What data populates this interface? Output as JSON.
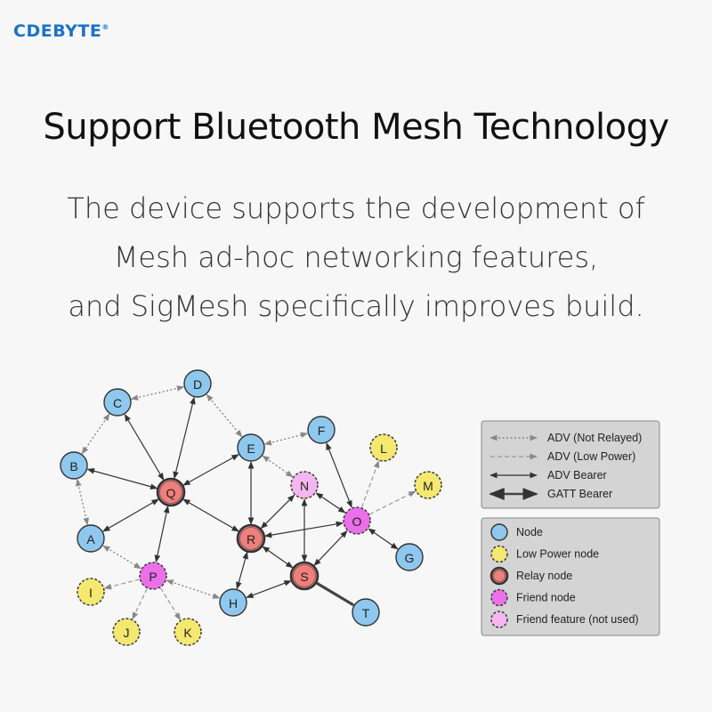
{
  "logo": {
    "brand": "CDEBYTE",
    "mark": "®"
  },
  "title": "Support Bluetooth Mesh Technology",
  "description": [
    "The device supports the development of",
    "Mesh ad-hoc networking features,",
    "and SigMesh specifically improves build."
  ],
  "colors": {
    "node": "#8fc8ee",
    "low_power": "#f4e870",
    "relay": "#ef7f7a",
    "friend": "#ea6fe8",
    "friend_unused": "#f4b6ee",
    "legend_bg": "#d4d4d4"
  },
  "nodes": [
    {
      "id": "A",
      "type": "node"
    },
    {
      "id": "B",
      "type": "node"
    },
    {
      "id": "C",
      "type": "node"
    },
    {
      "id": "D",
      "type": "node"
    },
    {
      "id": "E",
      "type": "node"
    },
    {
      "id": "F",
      "type": "node"
    },
    {
      "id": "G",
      "type": "node"
    },
    {
      "id": "H",
      "type": "node"
    },
    {
      "id": "I",
      "type": "low_power"
    },
    {
      "id": "J",
      "type": "low_power"
    },
    {
      "id": "K",
      "type": "low_power"
    },
    {
      "id": "L",
      "type": "low_power"
    },
    {
      "id": "M",
      "type": "low_power"
    },
    {
      "id": "N",
      "type": "friend_unused"
    },
    {
      "id": "O",
      "type": "friend"
    },
    {
      "id": "P",
      "type": "friend"
    },
    {
      "id": "Q",
      "type": "relay"
    },
    {
      "id": "R",
      "type": "relay"
    },
    {
      "id": "S",
      "type": "relay"
    },
    {
      "id": "T",
      "type": "node"
    }
  ],
  "edges": [
    {
      "from": "C",
      "to": "D",
      "kind": "adv_not_relayed"
    },
    {
      "from": "C",
      "to": "B",
      "kind": "adv_not_relayed"
    },
    {
      "from": "B",
      "to": "A",
      "kind": "adv_not_relayed"
    },
    {
      "from": "D",
      "to": "E",
      "kind": "adv_not_relayed"
    },
    {
      "from": "E",
      "to": "F",
      "kind": "adv_not_relayed"
    },
    {
      "from": "A",
      "to": "P",
      "kind": "adv_not_relayed"
    },
    {
      "from": "P",
      "to": "H",
      "kind": "adv_not_relayed"
    },
    {
      "from": "E",
      "to": "N",
      "kind": "adv_not_relayed"
    },
    {
      "from": "P",
      "to": "I",
      "kind": "adv_low_power"
    },
    {
      "from": "P",
      "to": "J",
      "kind": "adv_low_power"
    },
    {
      "from": "P",
      "to": "K",
      "kind": "adv_low_power"
    },
    {
      "from": "O",
      "to": "L",
      "kind": "adv_low_power"
    },
    {
      "from": "O",
      "to": "M",
      "kind": "adv_low_power"
    },
    {
      "from": "C",
      "to": "Q",
      "kind": "adv_bearer"
    },
    {
      "from": "D",
      "to": "Q",
      "kind": "adv_bearer"
    },
    {
      "from": "B",
      "to": "Q",
      "kind": "adv_bearer"
    },
    {
      "from": "A",
      "to": "Q",
      "kind": "adv_bearer"
    },
    {
      "from": "E",
      "to": "Q",
      "kind": "adv_bearer"
    },
    {
      "from": "Q",
      "to": "P",
      "kind": "adv_bearer"
    },
    {
      "from": "Q",
      "to": "R",
      "kind": "adv_bearer"
    },
    {
      "from": "E",
      "to": "R",
      "kind": "adv_bearer"
    },
    {
      "from": "R",
      "to": "N",
      "kind": "adv_bearer"
    },
    {
      "from": "R",
      "to": "O",
      "kind": "adv_bearer"
    },
    {
      "from": "R",
      "to": "S",
      "kind": "adv_bearer"
    },
    {
      "from": "R",
      "to": "H",
      "kind": "adv_bearer"
    },
    {
      "from": "S",
      "to": "H",
      "kind": "adv_bearer"
    },
    {
      "from": "N",
      "to": "S",
      "kind": "adv_bearer"
    },
    {
      "from": "N",
      "to": "O",
      "kind": "adv_bearer"
    },
    {
      "from": "F",
      "to": "O",
      "kind": "adv_bearer"
    },
    {
      "from": "O",
      "to": "S",
      "kind": "adv_bearer"
    },
    {
      "from": "O",
      "to": "G",
      "kind": "adv_bearer"
    },
    {
      "from": "S",
      "to": "T",
      "kind": "gatt_bearer"
    }
  ],
  "legend_lines": [
    {
      "kind": "adv_not_relayed",
      "label": "ADV (Not Relayed)"
    },
    {
      "kind": "adv_low_power",
      "label": "ADV (Low Power)"
    },
    {
      "kind": "adv_bearer",
      "label": "ADV Bearer"
    },
    {
      "kind": "gatt_bearer",
      "label": "GATT Bearer"
    }
  ],
  "legend_nodes": [
    {
      "type": "node",
      "label": "Node"
    },
    {
      "type": "low_power",
      "label": "Low Power node"
    },
    {
      "type": "relay",
      "label": "Relay node"
    },
    {
      "type": "friend",
      "label": "Friend node"
    },
    {
      "type": "friend_unused",
      "label": "Friend feature (not used)"
    }
  ]
}
